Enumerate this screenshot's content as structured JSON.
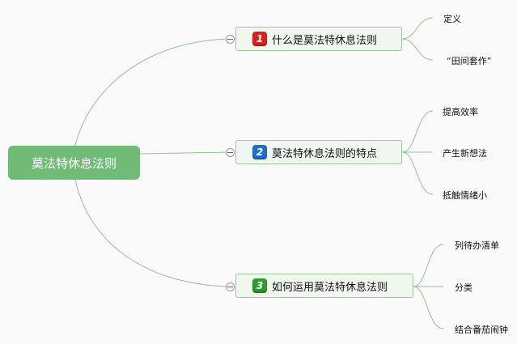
{
  "root": {
    "label": "莫法特休息法则",
    "color": "#70bb76"
  },
  "topics": [
    {
      "number": "1",
      "badge_color": "#d9231e",
      "label": "什么是莫法特休息法则",
      "children": [
        "定义",
        "“田间套作”"
      ]
    },
    {
      "number": "2",
      "badge_color": "#1f6fd1",
      "label": "莫法特休息法则的特点",
      "children": [
        "提高效率",
        "产生新想法",
        "抵触情绪小"
      ]
    },
    {
      "number": "3",
      "badge_color": "#2f9e2f",
      "label": "如何运用莫法特休息法则",
      "children": [
        "列待办清单",
        "分类",
        "结合番茄闹钟"
      ]
    }
  ],
  "icons": {
    "collapse": "minus-circle-icon"
  }
}
